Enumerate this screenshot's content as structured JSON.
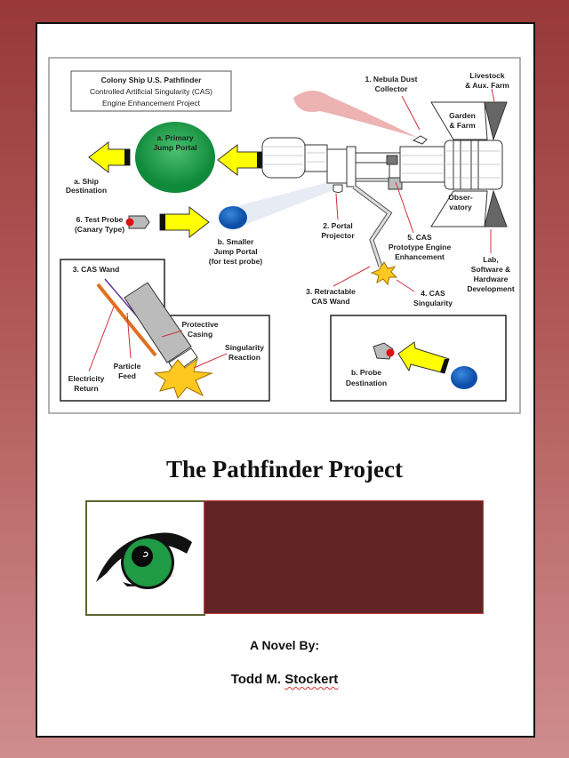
{
  "diagram": {
    "title_box": {
      "line1": "Colony Ship U.S. Pathfinder",
      "line2": "Controlled Artificial Singularity (CAS)",
      "line3": "Engine Enhancement Project"
    },
    "primary_portal": [
      "a.  Primary",
      "Jump Portal"
    ],
    "ship_destination": [
      "a. Ship",
      "Destination"
    ],
    "test_probe": [
      "6. Test Probe",
      "(Canary Type)"
    ],
    "smaller_portal": [
      "b. Smaller",
      "Jump Portal",
      "(for test probe)"
    ],
    "nebula_collector": [
      "1.  Nebula Dust",
      "Collector"
    ],
    "livestock": [
      "Livestock",
      "& Aux. Farm"
    ],
    "garden": [
      "Garden",
      "& Farm"
    ],
    "observatory": [
      "Obser-",
      "vatory"
    ],
    "portal_projector": [
      "2. Portal",
      "Projector"
    ],
    "cas_prototype": [
      "5. CAS",
      "Prototype Engine",
      "Enhancement"
    ],
    "lab": [
      "Lab,",
      "Software &",
      "Hardware",
      "Development"
    ],
    "retractable_wand": [
      "3. Retractable",
      "CAS Wand"
    ],
    "cas_singularity": [
      "4. CAS",
      "Singularity"
    ],
    "wand_inset": {
      "title": "3. CAS Wand",
      "protective": [
        "Protective",
        "Casing"
      ],
      "reaction": [
        "Singularity",
        "Reaction"
      ],
      "particle": [
        "Particle",
        "Feed"
      ],
      "electricity": [
        "Electricity",
        "Return"
      ]
    },
    "probe_inset": {
      "destination": [
        "b. Probe",
        "Destination"
      ]
    }
  },
  "cover": {
    "title": "The Pathfinder Project",
    "novel_by": "A Novel By:",
    "author_first": "Todd M. ",
    "author_last": "Stockert"
  },
  "colors": {
    "banner": "#632426",
    "portal": "#1e9a4a",
    "arrow": "#ffff00",
    "probe_portal": "#1560c0"
  }
}
